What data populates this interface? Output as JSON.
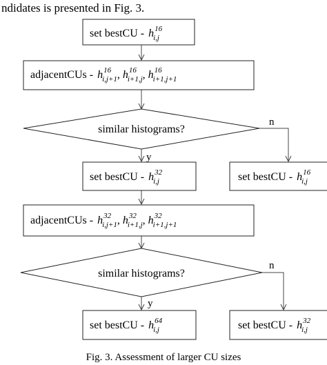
{
  "header_fragment": "ndidates is presented in Fig. 3.",
  "nodes": {
    "set16": {
      "prefix": "set bestCU - ",
      "h": "h",
      "sup": "16",
      "sub": "i,j"
    },
    "adj16": {
      "prefix": "adjacentCUs - ",
      "terms": [
        {
          "h": "h",
          "sup": "16",
          "sub": "i,j+1"
        },
        {
          "h": "h",
          "sup": "16",
          "sub": "i+1,j"
        },
        {
          "h": "h",
          "sup": "16",
          "sub": "i+1,j+1"
        }
      ]
    },
    "dec1": {
      "label": "similar histograms?"
    },
    "set32": {
      "prefix": "set bestCU - ",
      "h": "h",
      "sup": "32",
      "sub": "i,j"
    },
    "set16b": {
      "prefix": "set bestCU - ",
      "h": "h",
      "sup": "16",
      "sub": "i,j"
    },
    "adj32": {
      "prefix": "adjacentCUs - ",
      "terms": [
        {
          "h": "h",
          "sup": "32",
          "sub": "i,j+1"
        },
        {
          "h": "h",
          "sup": "32",
          "sub": "i+1,j"
        },
        {
          "h": "h",
          "sup": "32",
          "sub": "i+1,j+1"
        }
      ]
    },
    "dec2": {
      "label": "similar histograms?"
    },
    "set64": {
      "prefix": "set bestCU - ",
      "h": "h",
      "sup": "64",
      "sub": "i,j"
    },
    "set32b": {
      "prefix": "set bestCU - ",
      "h": "h",
      "sup": "32",
      "sub": "i,j"
    }
  },
  "edge_labels": {
    "yes": "y",
    "no": "n"
  },
  "caption": "Fig. 3. Assessment of larger CU sizes"
}
